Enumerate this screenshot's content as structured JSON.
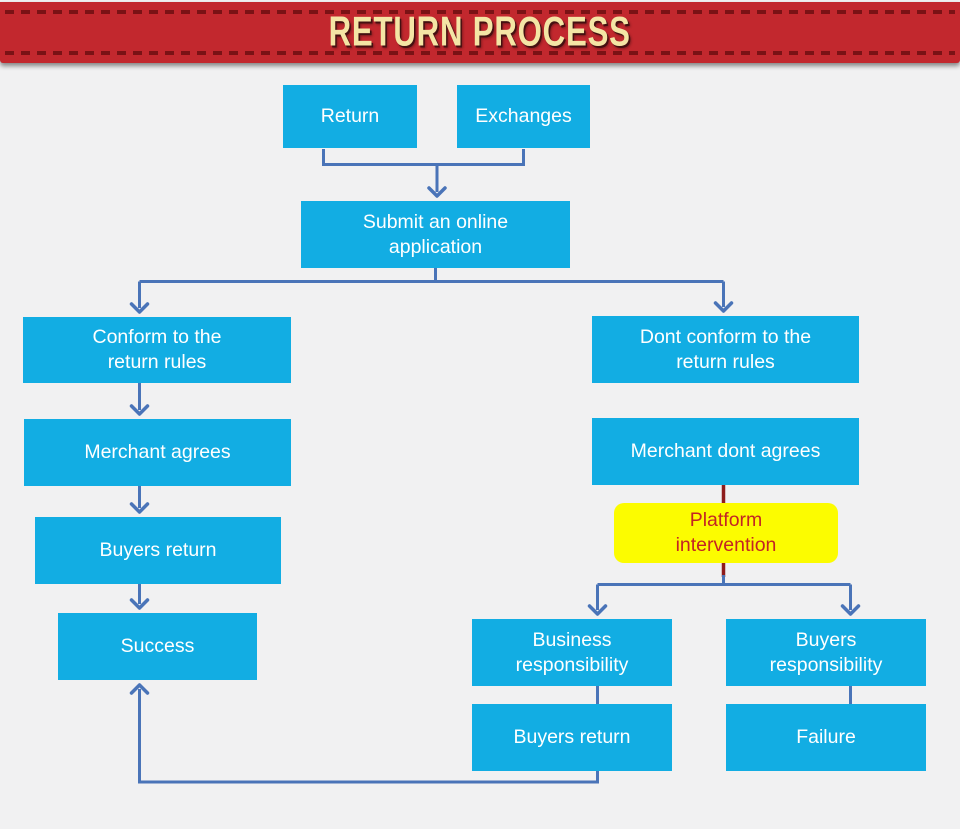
{
  "header": {
    "title": "RETURN PROCESS"
  },
  "colors": {
    "page_bg": "#f1f1f2",
    "banner": "#c2282e",
    "banner_dash": "#7a1215",
    "banner_title": "#f4e5a5",
    "node_fill": "#12ade3",
    "node_text": "#ffffff",
    "highlight_fill": "#fcfc00",
    "highlight_text": "#c32424",
    "connector": "#4a74b8",
    "connector_accent": "#8e1c1c"
  },
  "nodes": {
    "return": {
      "label": "Return"
    },
    "exchanges": {
      "label": "Exchanges"
    },
    "submit": {
      "label": "Submit an online application"
    },
    "conform": {
      "label": "Conform to the return rules"
    },
    "merchant_agrees": {
      "label": "Merchant agrees"
    },
    "buyers_return_left": {
      "label": "Buyers return"
    },
    "success": {
      "label": "Success"
    },
    "dont_conform": {
      "label": "Dont conform to the return rules"
    },
    "merchant_dont_agrees": {
      "label": "Merchant dont agrees"
    },
    "platform_intervention": {
      "label": "Platform intervention"
    },
    "business_responsibility": {
      "label": "Business responsibility"
    },
    "buyers_return_right": {
      "label": "Buyers return"
    },
    "buyers_responsibility": {
      "label": "Buyers responsibility"
    },
    "failure": {
      "label": "Failure"
    }
  }
}
